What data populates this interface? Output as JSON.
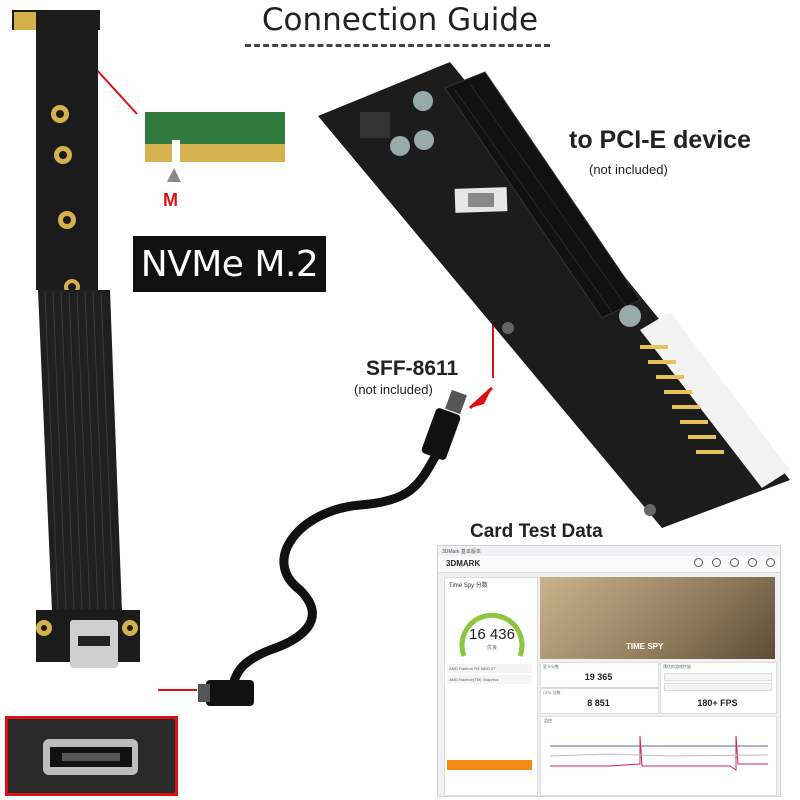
{
  "title": "Connection Guide",
  "labels": {
    "nvme": "NVMe M.2",
    "key": "M",
    "pcie": "to PCI-E device",
    "pcie_note": "(not included)",
    "sff": "SFF-8611",
    "sff_note": "(not included)",
    "card_test": "Card Test Data"
  },
  "benchmark": {
    "app_title": "3DMark 基本版本",
    "logo": "3DMARK",
    "test_name": "Time Spy 分数",
    "score": "16 436",
    "score_label": "优良",
    "gpu_line_1": "AMD Radeon RX 6800 XT",
    "gpu_line_2": "AMD Radeon(TM) Graphics",
    "hero_label": "TIME SPY",
    "graphics_score_label": "显卡分数",
    "graphics_score": "19 365",
    "cpu_score_label": "CPU 分数",
    "cpu_score": "8 851",
    "fps_label": "预估的游戏性能",
    "fps": "180+ FPS",
    "graph_label": "监控"
  },
  "colors": {
    "accent_red": "#dd1111",
    "score_ring": "#8dc63f",
    "button": "#f28a16"
  }
}
